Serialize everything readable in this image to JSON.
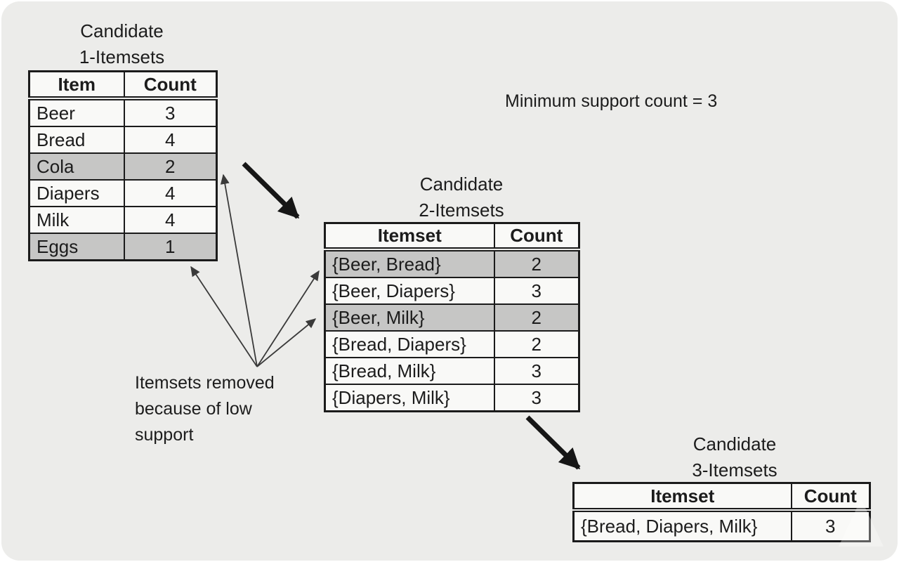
{
  "annotations": {
    "min_support": "Minimum support count = 3",
    "removed_note": [
      "Itemsets removed",
      "because of low",
      "support"
    ]
  },
  "tables": [
    {
      "id": "candidate-1-itemsets",
      "title": [
        "Candidate",
        "1-Itemsets"
      ],
      "columns": [
        "Item",
        "Count"
      ],
      "rows": [
        {
          "cells": [
            "Beer",
            "3"
          ],
          "removed": false
        },
        {
          "cells": [
            "Bread",
            "4"
          ],
          "removed": false
        },
        {
          "cells": [
            "Cola",
            "2"
          ],
          "removed": true
        },
        {
          "cells": [
            "Diapers",
            "4"
          ],
          "removed": false
        },
        {
          "cells": [
            "Milk",
            "4"
          ],
          "removed": false
        },
        {
          "cells": [
            "Eggs",
            "1"
          ],
          "removed": true
        }
      ]
    },
    {
      "id": "candidate-2-itemsets",
      "title": [
        "Candidate",
        "2-Itemsets"
      ],
      "columns": [
        "Itemset",
        "Count"
      ],
      "rows": [
        {
          "cells": [
            "{Beer, Bread}",
            "2"
          ],
          "removed": true
        },
        {
          "cells": [
            "{Beer, Diapers}",
            "3"
          ],
          "removed": false
        },
        {
          "cells": [
            "{Beer, Milk}",
            "2"
          ],
          "removed": true
        },
        {
          "cells": [
            "{Bread, Diapers}",
            "2"
          ],
          "removed": false
        },
        {
          "cells": [
            "{Bread, Milk}",
            "3"
          ],
          "removed": false
        },
        {
          "cells": [
            "{Diapers, Milk}",
            "3"
          ],
          "removed": false
        }
      ]
    },
    {
      "id": "candidate-3-itemsets",
      "title": [
        "Candidate",
        "3-Itemsets"
      ],
      "columns": [
        "Itemset",
        "Count"
      ],
      "rows": [
        {
          "cells": [
            "{Bread, Diapers, Milk}",
            "3"
          ],
          "removed": false
        }
      ]
    }
  ],
  "colors": {
    "panel_bg": "#ececea",
    "row_bg": "#f9f9f7",
    "removed_row_bg": "#c6c6c5",
    "border": "#1b1b1b",
    "arrow": "#161616",
    "thin_arrow": "#3a3a3a"
  }
}
